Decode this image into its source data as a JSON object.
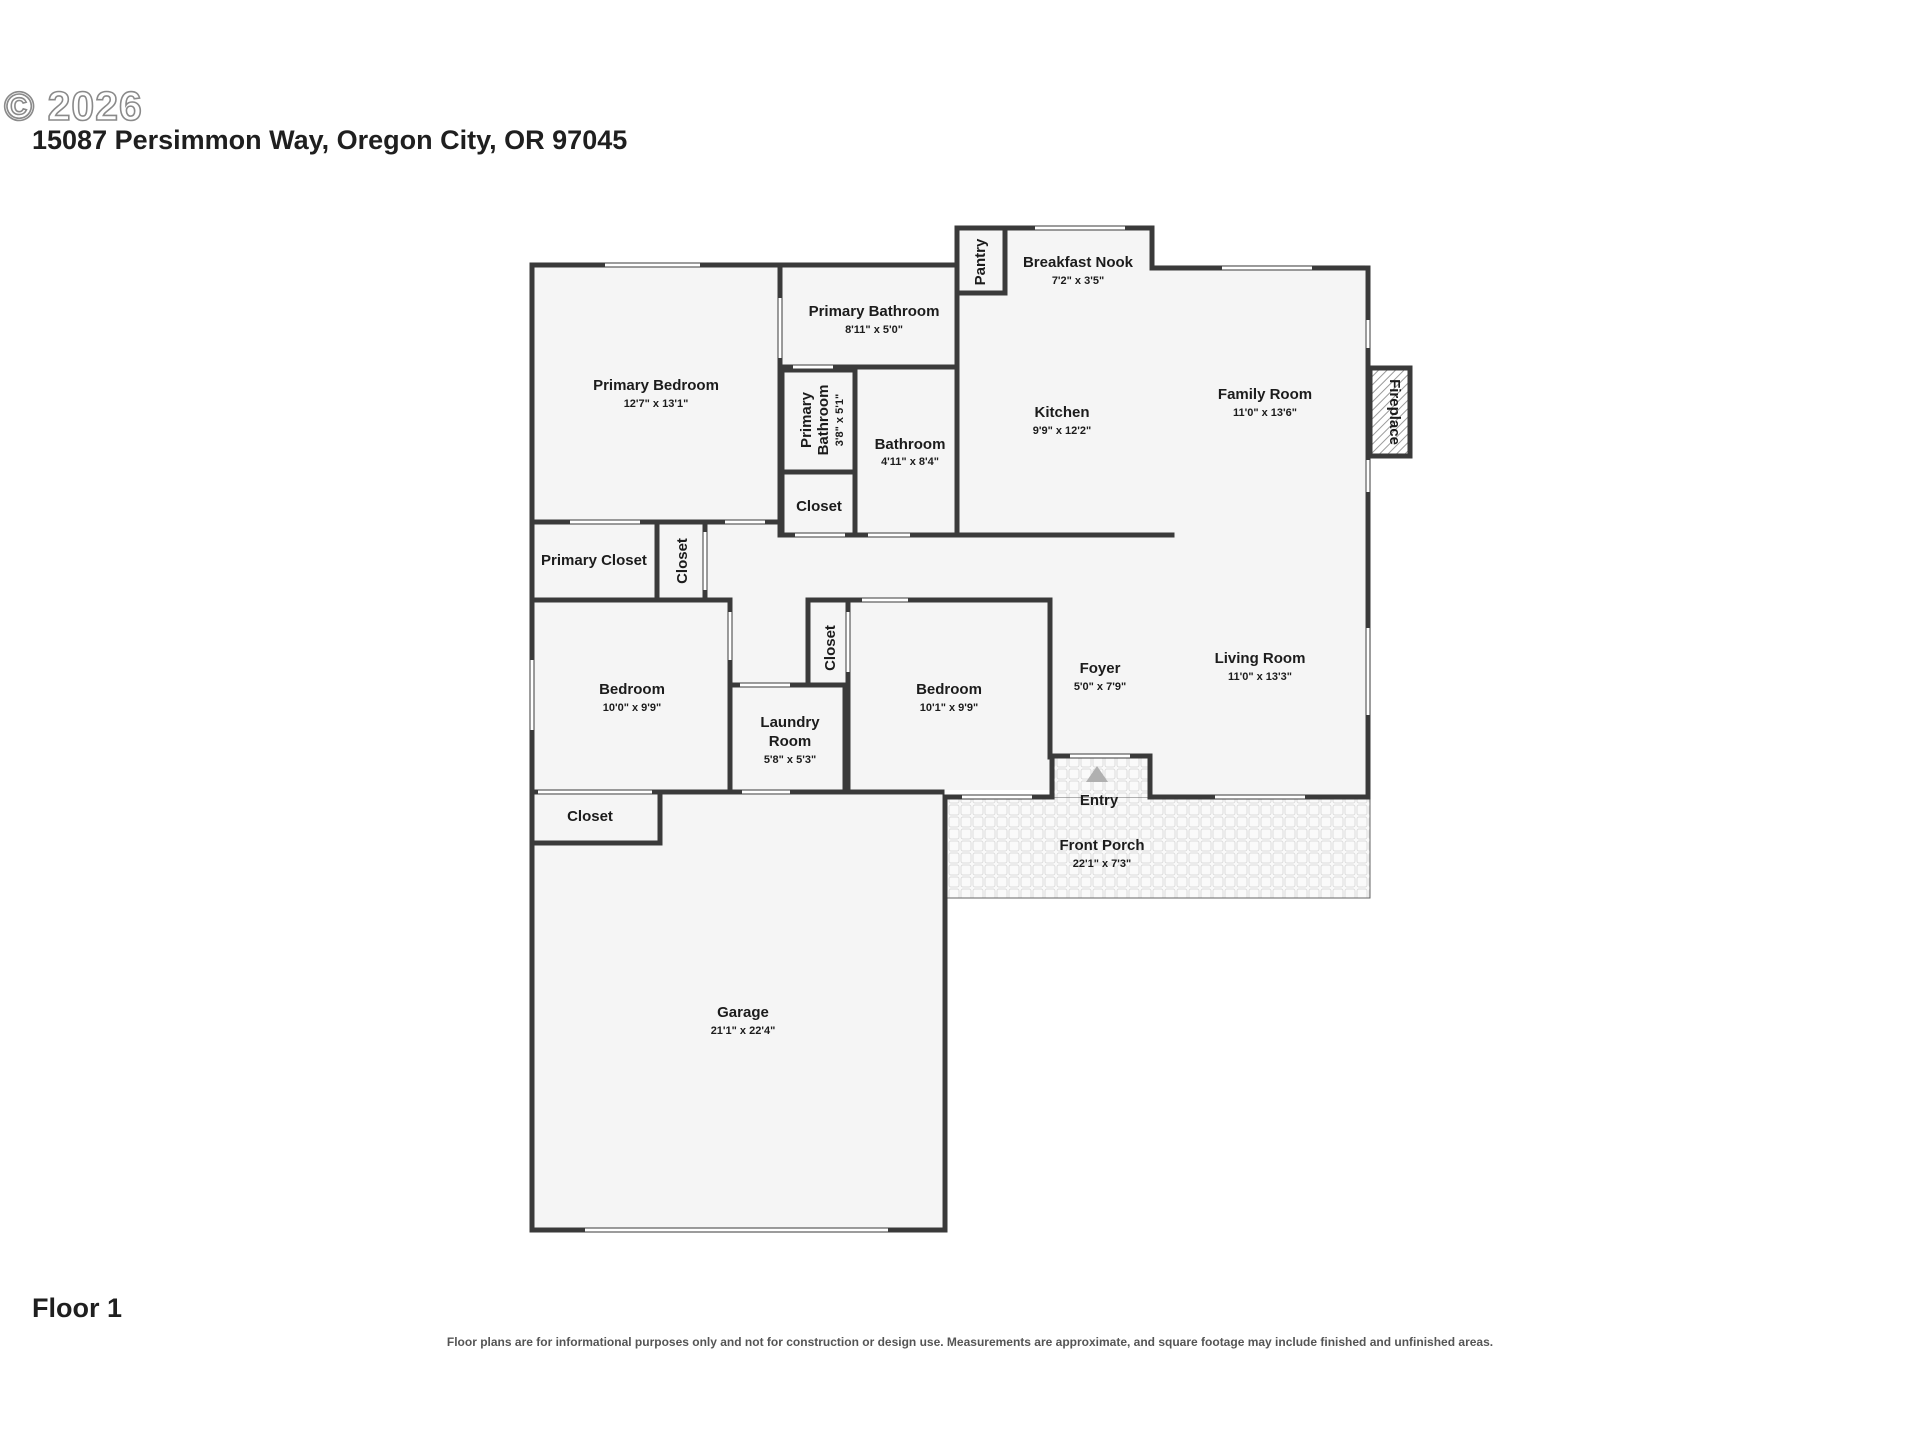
{
  "header": {
    "copyright": "© 2026",
    "address": "15087 Persimmon Way, Oregon City, OR 97045"
  },
  "floor_label": "Floor 1",
  "disclaimer": "Floor plans are for informational purposes only and not for construction or design use. Measurements are approximate, and square footage may include finished and unfinished areas.",
  "rooms": {
    "pantry": {
      "name": "Pantry"
    },
    "breakfast_nook": {
      "name": "Breakfast Nook",
      "dims": "7'2\" x 3'5\""
    },
    "primary_bathroom_main": {
      "name": "Primary Bathroom",
      "dims": "8'11\" x 5'0\""
    },
    "primary_bedroom": {
      "name": "Primary Bedroom",
      "dims": "12'7\" x 13'1\""
    },
    "primary_bathroom_small": {
      "name_line1": "Primary",
      "name_line2": "Bathroom",
      "dims": "3'8\" x 5'1\""
    },
    "bathroom": {
      "name": "Bathroom",
      "dims": "4'11\" x 8'4\""
    },
    "kitchen": {
      "name": "Kitchen",
      "dims": "9'9\" x 12'2\""
    },
    "family_room": {
      "name": "Family Room",
      "dims": "11'0\" x 13'6\""
    },
    "fireplace": {
      "name": "Fireplace"
    },
    "closet_hall": {
      "name": "Closet"
    },
    "primary_closet": {
      "name": "Primary Closet"
    },
    "closet_vertical_1": {
      "name": "Closet"
    },
    "closet_vertical_2": {
      "name": "Closet"
    },
    "bedroom_left": {
      "name": "Bedroom",
      "dims": "10'0\" x 9'9\""
    },
    "laundry": {
      "name_line1": "Laundry",
      "name_line2": "Room",
      "dims": "5'8\" x 5'3\""
    },
    "bedroom_mid": {
      "name": "Bedroom",
      "dims": "10'1\" x 9'9\""
    },
    "foyer": {
      "name": "Foyer",
      "dims": "5'0\" x 7'9\""
    },
    "living_room": {
      "name": "Living Room",
      "dims": "11'0\" x 13'3\""
    },
    "entry": {
      "name": "Entry"
    },
    "front_porch": {
      "name": "Front Porch",
      "dims": "22'1\" x 7'3\""
    },
    "closet_lower": {
      "name": "Closet"
    },
    "garage": {
      "name": "Garage",
      "dims": "21'1\" x 22'4\""
    }
  },
  "colors": {
    "wall": "#3a3a3a",
    "floor": "#f5f5f5",
    "porch_tile": "#e4e4e4",
    "text": "#1c1c1c"
  }
}
